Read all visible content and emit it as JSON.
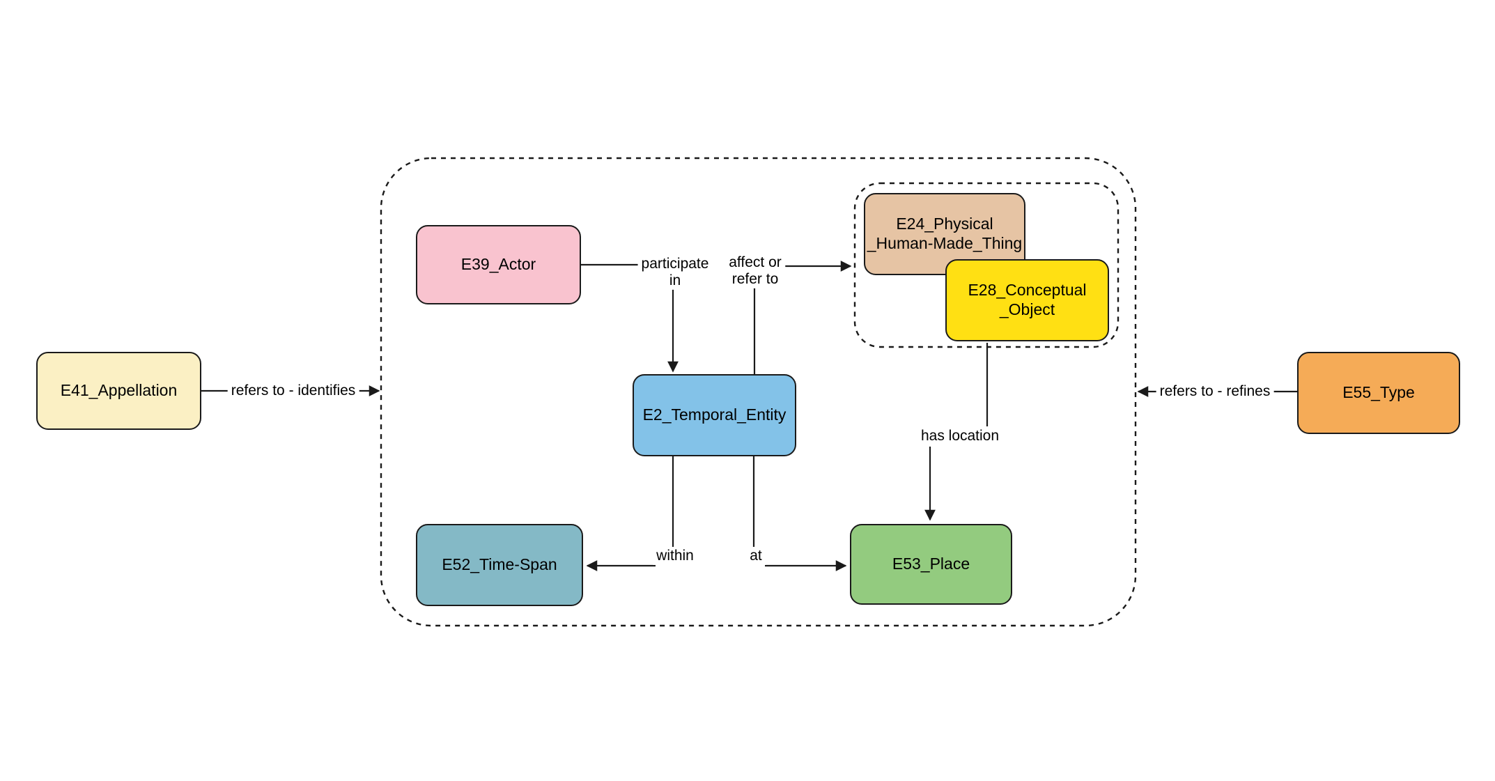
{
  "diagram": {
    "background": "#FFFFFF",
    "stroke_color": "#1A1A1A",
    "nodes": {
      "e41": {
        "label": "E41_Appellation",
        "fill": "#FBF0C4"
      },
      "e39": {
        "label": "E39_Actor",
        "fill": "#F9C3CF"
      },
      "e24": {
        "label": "E24_Physical\n_Human-Made_Thing",
        "fill": "#E6C4A4"
      },
      "e28": {
        "label": "E28_Conceptual\n_Object",
        "fill": "#FFE013"
      },
      "e2": {
        "label": "E2_Temporal_Entity",
        "fill": "#83C2E8"
      },
      "e52": {
        "label": "E52_Time-Span",
        "fill": "#84B9C6"
      },
      "e53": {
        "label": "E53_Place",
        "fill": "#93CB7F"
      },
      "e55": {
        "label": "E55_Type",
        "fill": "#F5AB57"
      }
    },
    "edges": {
      "refers_identifies": {
        "label": "refers to - identifies",
        "from": "e41",
        "to": "outer-group"
      },
      "participate_in": {
        "label": "participate\nin",
        "from": "e39",
        "to": "e2"
      },
      "affect_refer": {
        "label": "affect or\nrefer to",
        "from": "e2",
        "to": "inner-group"
      },
      "has_location": {
        "label": "has location",
        "from": "e28",
        "to": "e53"
      },
      "within": {
        "label": "within",
        "from": "e2",
        "to": "e52"
      },
      "at": {
        "label": "at",
        "from": "e2",
        "to": "e53"
      },
      "refers_refines": {
        "label": "refers to - refines",
        "from": "e55",
        "to": "outer-group"
      }
    }
  }
}
